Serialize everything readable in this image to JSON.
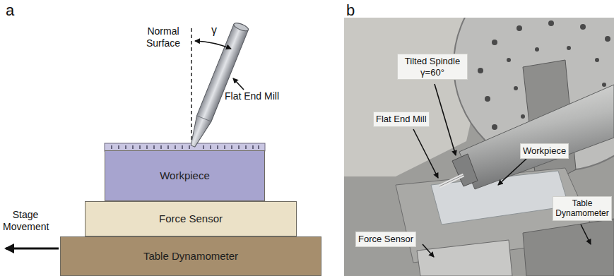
{
  "diagram": {
    "nodes": [
      {
        "text": [
          "Workpiece"
        ]
      },
      {
        "text": [
          "Force Sensor"
        ]
      },
      {
        "text": [
          "Table Dynamometer"
        ]
      }
    ],
    "labels": [
      "a",
      "b",
      "Normal Surface",
      "γ",
      "Flat End Mill",
      "Stage Movement",
      "Tilted Spindle γ=60°",
      "Flat End Mill",
      "Workpiece",
      "Table Dynamometer",
      "Force Sensor"
    ]
  }
}
